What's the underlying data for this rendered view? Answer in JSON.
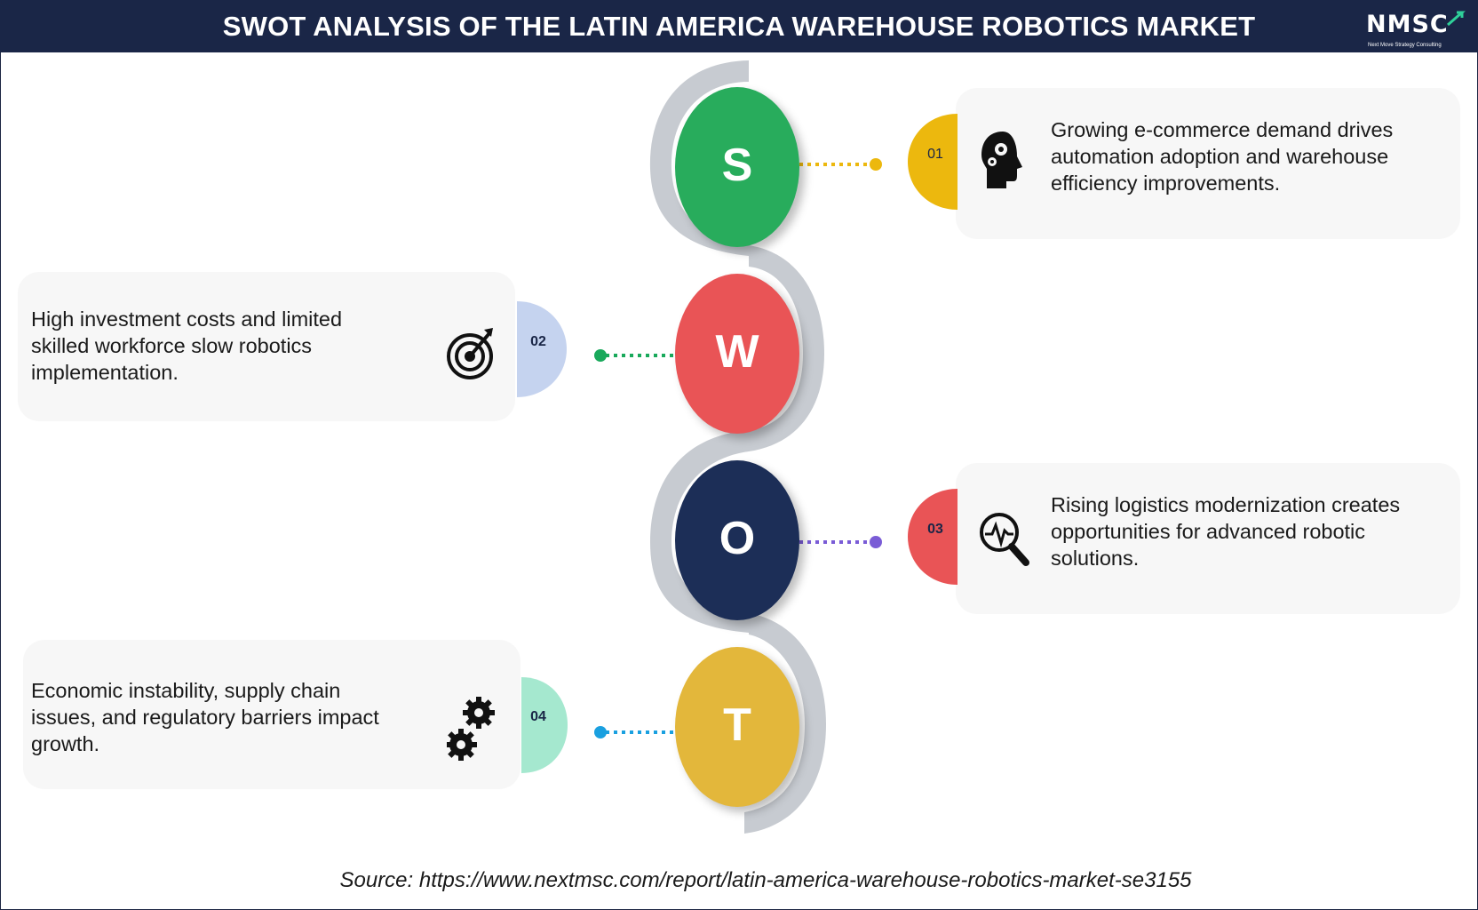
{
  "header": {
    "title": "SWOT ANALYSIS OF THE LATIN AMERICA WAREHOUSE ROBOTICS MARKET",
    "logo_text": "NMSC",
    "logo_tagline": "Next Move Strategy Consulting",
    "background_color": "#1a2647"
  },
  "swot": [
    {
      "letter": "S",
      "number": "01",
      "text_lines": [
        "Growing e-commerce demand drives",
        "automation adoption and warehouse",
        "efficiency improvements."
      ],
      "icon": "head-gears-icon",
      "circle_color": "#28ac5c",
      "tab_color": "#ecb80e",
      "dot_color": "#ecb80e"
    },
    {
      "letter": "W",
      "number": "02",
      "text_lines": [
        "High investment costs and limited",
        "skilled workforce slow robotics",
        "implementation."
      ],
      "icon": "target-icon",
      "circle_color": "#e95456",
      "tab_color": "#c5d3ef",
      "dot_color": "#19a95b"
    },
    {
      "letter": "O",
      "number": "03",
      "text_lines": [
        "Rising logistics modernization creates",
        "opportunities for advanced robotic",
        "solutions."
      ],
      "icon": "magnifier-pulse-icon",
      "circle_color": "#1c2e57",
      "tab_color": "#e95456",
      "dot_color": "#7a5cd6"
    },
    {
      "letter": "T",
      "number": "04",
      "text_lines": [
        "Economic instability, supply chain",
        "issues, and regulatory barriers impact",
        "growth."
      ],
      "icon": "gears-icon",
      "circle_color": "#e3b73b",
      "tab_color": "#a5e8cf",
      "dot_color": "#1aa0e0"
    }
  ],
  "source": "Source: https://www.nextmsc.com/report/latin-america-warehouse-robotics-market-se3155"
}
